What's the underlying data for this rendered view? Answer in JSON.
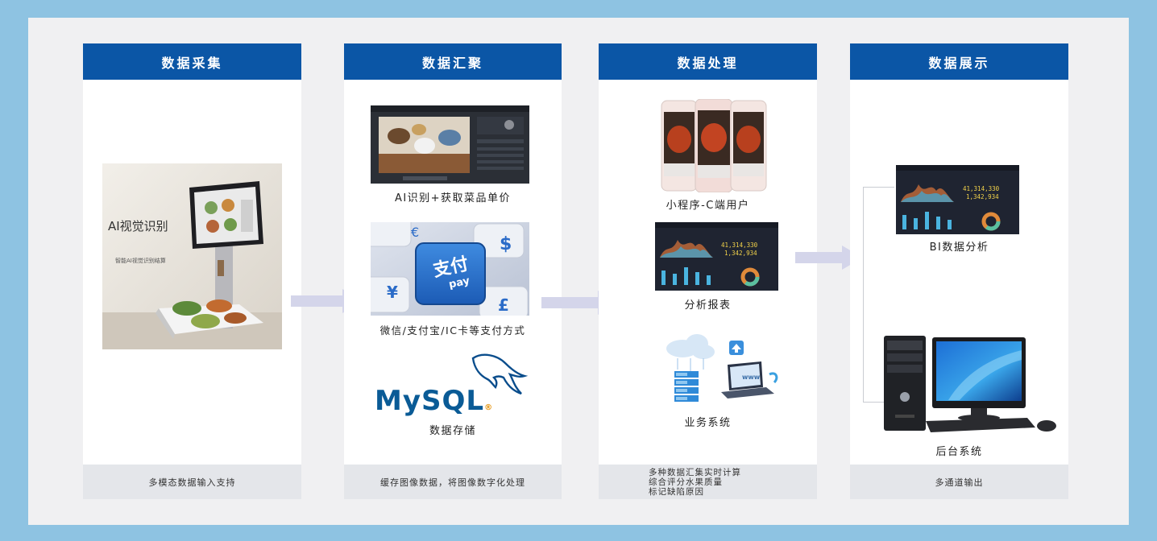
{
  "columns": [
    {
      "title": "数据采集",
      "footer": "多模态数据输入支持",
      "kiosk": {
        "title": "AI视觉识别",
        "subtitle": "智能AI视觉识别结算"
      }
    },
    {
      "title": "数据汇聚",
      "footer": "缓存图像数据，将图像数字化处理",
      "items": [
        {
          "caption": "AI识别+获取菜品单价"
        },
        {
          "caption": "微信/支付宝/IC卡等支付方式",
          "key_main": "支付",
          "key_sub": "pay"
        },
        {
          "caption": "数据存储",
          "logo": "MySQL"
        }
      ]
    },
    {
      "title": "数据处理",
      "footer_lines": [
        "多种数据汇集实时计算",
        "综合评分水果质量",
        "标记缺陷原因"
      ],
      "items": [
        {
          "caption": "小程序-C端用户"
        },
        {
          "caption": "分析报表",
          "stat1": "41,314,330",
          "stat2": "1,342,934"
        },
        {
          "caption": "业务系统",
          "web": "www"
        }
      ]
    },
    {
      "title": "数据展示",
      "footer": "多通道输出",
      "items": [
        {
          "caption": "BI数据分析",
          "stat1": "41,314,330",
          "stat2": "1,342,934"
        },
        {
          "caption": "后台系统"
        }
      ]
    }
  ],
  "colors": {
    "header": "#0b56a6",
    "arrow": "#d4d5ea",
    "background": "#8ec3e2",
    "panel": "#f0f0f2"
  }
}
